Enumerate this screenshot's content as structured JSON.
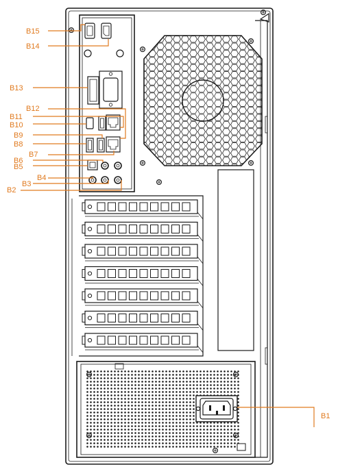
{
  "colors": {
    "callout": "#e07a1f",
    "line": "#1a1a1a",
    "background": "#ffffff"
  },
  "callouts": {
    "b1": "B1",
    "b2": "B2",
    "b3": "B3",
    "b4": "B4",
    "b5": "B5",
    "b6": "B6",
    "b7": "B7",
    "b8": "B8",
    "b9": "B9",
    "b10": "B10",
    "b11": "B11",
    "b12": "B12",
    "b13": "B13",
    "b14": "B14",
    "b15": "B15"
  }
}
